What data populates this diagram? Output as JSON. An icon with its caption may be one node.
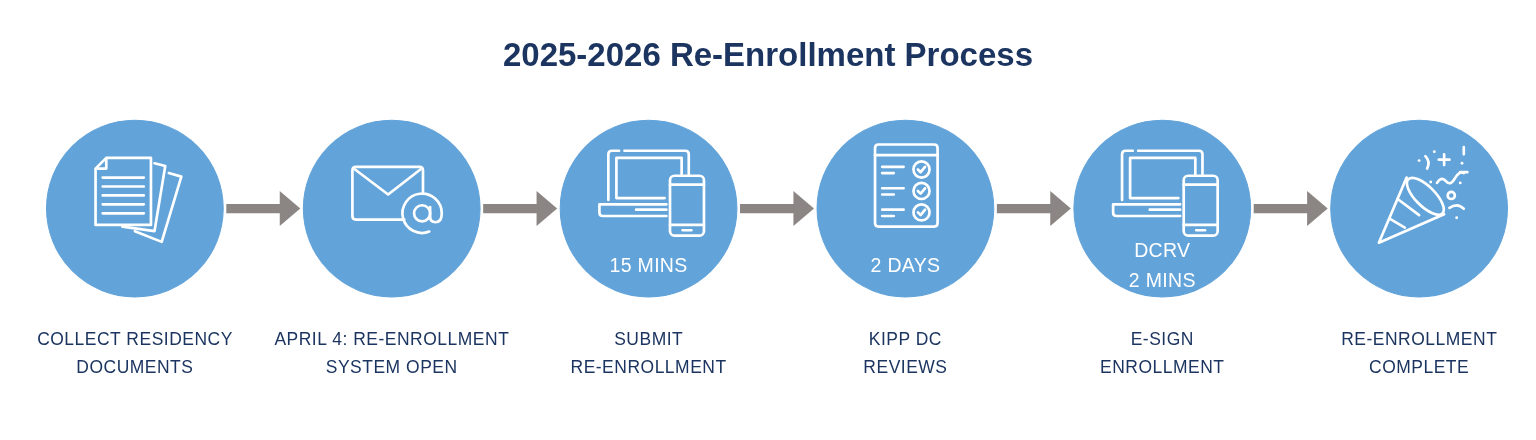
{
  "diagram": {
    "title": "2025-2026 Re-Enrollment Process",
    "nodes": [
      {
        "text": [],
        "shape": "circle",
        "beside": [
          "COLLECT RESIDENCY DOCUMENTS"
        ]
      },
      {
        "text": [],
        "shape": "circle",
        "beside": [
          "APRIL 4: RE-ENROLLMENT SYSTEM OPEN"
        ]
      },
      {
        "text": [
          "15 MINS"
        ],
        "beside": [
          "SUBMIT RE-ENROLLMENT"
        ]
      },
      {
        "text": [
          "2 DAYS"
        ],
        "beside": [
          "KIPP DC REVIEWS"
        ]
      },
      {
        "text": [
          "DCRV",
          "2 MINS"
        ],
        "beside": [
          "E-SIGN ENROLLMENT"
        ]
      },
      {
        "text": [],
        "shape": "circle",
        "beside": [
          "RE-ENROLLMENT COMPLETE"
        ]
      }
    ],
    "edges": [
      {
        "from": 0,
        "to": 1,
        "arrow": "to"
      },
      {
        "from": 1,
        "to": 2,
        "arrow": "to"
      },
      {
        "from": 2,
        "to": 3,
        "arrow": "to"
      },
      {
        "from": 3,
        "to": 4,
        "arrow": "to"
      },
      {
        "from": 4,
        "to": 5,
        "arrow": "to"
      }
    ]
  }
}
